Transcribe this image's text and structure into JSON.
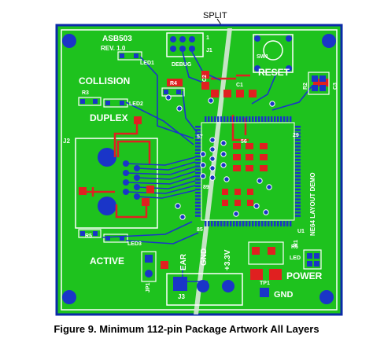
{
  "split_label": "SPLIT",
  "caption": "Figure 9. Minimum 112-pin Package Artwork All Layers",
  "board": {
    "name": "ASB503",
    "revision": "REV. 1.0",
    "silkscreen_labels": {
      "collision": "COLLISION",
      "duplex": "DUPLEX",
      "active": "ACTIVE",
      "reset": "RESET",
      "power": "POWER",
      "gnd": "GND",
      "gnd_vertical": "GND",
      "ear": "EAR",
      "plus33v": "+3.3V",
      "layout_demo": "NE64 LAYOUT DEMO",
      "debug": "DEBUG",
      "led1": "LED1",
      "led2": "LED2",
      "led3": "LED3",
      "led": "LED",
      "r1": "R1",
      "r2": "R2",
      "r3": "R3",
      "r4": "R4",
      "r5": "R5",
      "r6": "R6",
      "c1": "C1",
      "c2": "C2",
      "c3": "C3",
      "j1": "J1",
      "j2": "J2",
      "j3": "J3",
      "jp1": "JP1",
      "sw1": "SW1",
      "u1": "U1",
      "tp1": "TP1",
      "pin1": "1",
      "pin29": "29",
      "pin57": "57",
      "pin85": "85",
      "pin89": "89",
      "pin56": "56"
    }
  }
}
